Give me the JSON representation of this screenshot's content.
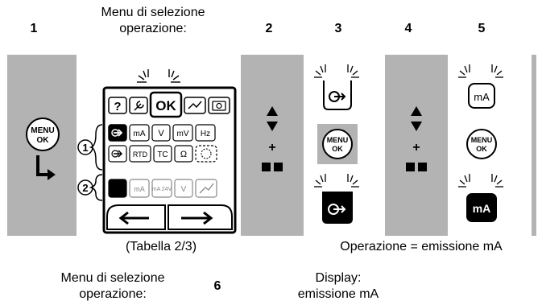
{
  "steps": {
    "s1": "1",
    "s2": "2",
    "s3": "3",
    "s4": "4",
    "s5": "5",
    "s6": "6"
  },
  "captions": {
    "menu_title_line1": "Menu di selezione",
    "menu_title_line2": "operazione:",
    "table_note": "(Tabella 2/3)",
    "operation_result": "Operazione = emissione mA",
    "bottom_menu_line1": "Menu di selezione",
    "bottom_menu_line2": "operazione:",
    "display_line1": "Display:",
    "display_line2": "emissione mA"
  },
  "buttons": {
    "menu_ok_line1": "MENU",
    "menu_ok_line2": "OK",
    "plus": "+"
  },
  "menu_screen": {
    "top_row": [
      "?",
      "OK"
    ],
    "row1": [
      "mA",
      "V",
      "mV",
      "Hz"
    ],
    "row2": [
      "RTD",
      "TC",
      "Ω"
    ],
    "row3": [
      "mA",
      "mA 24V",
      "V"
    ],
    "group1_label": "1",
    "group2_label": "2"
  },
  "display_icons": {
    "ma_label": "mA"
  },
  "colors": {
    "grey_bar": "#b3b3b3",
    "black": "#000000"
  },
  "icons": {
    "arrow_up": "triangle-up-icon",
    "arrow_down": "triangle-down-icon",
    "squares": "double-square-icon",
    "source": "source-arrow-icon",
    "blink": "blink-rays-icon"
  }
}
